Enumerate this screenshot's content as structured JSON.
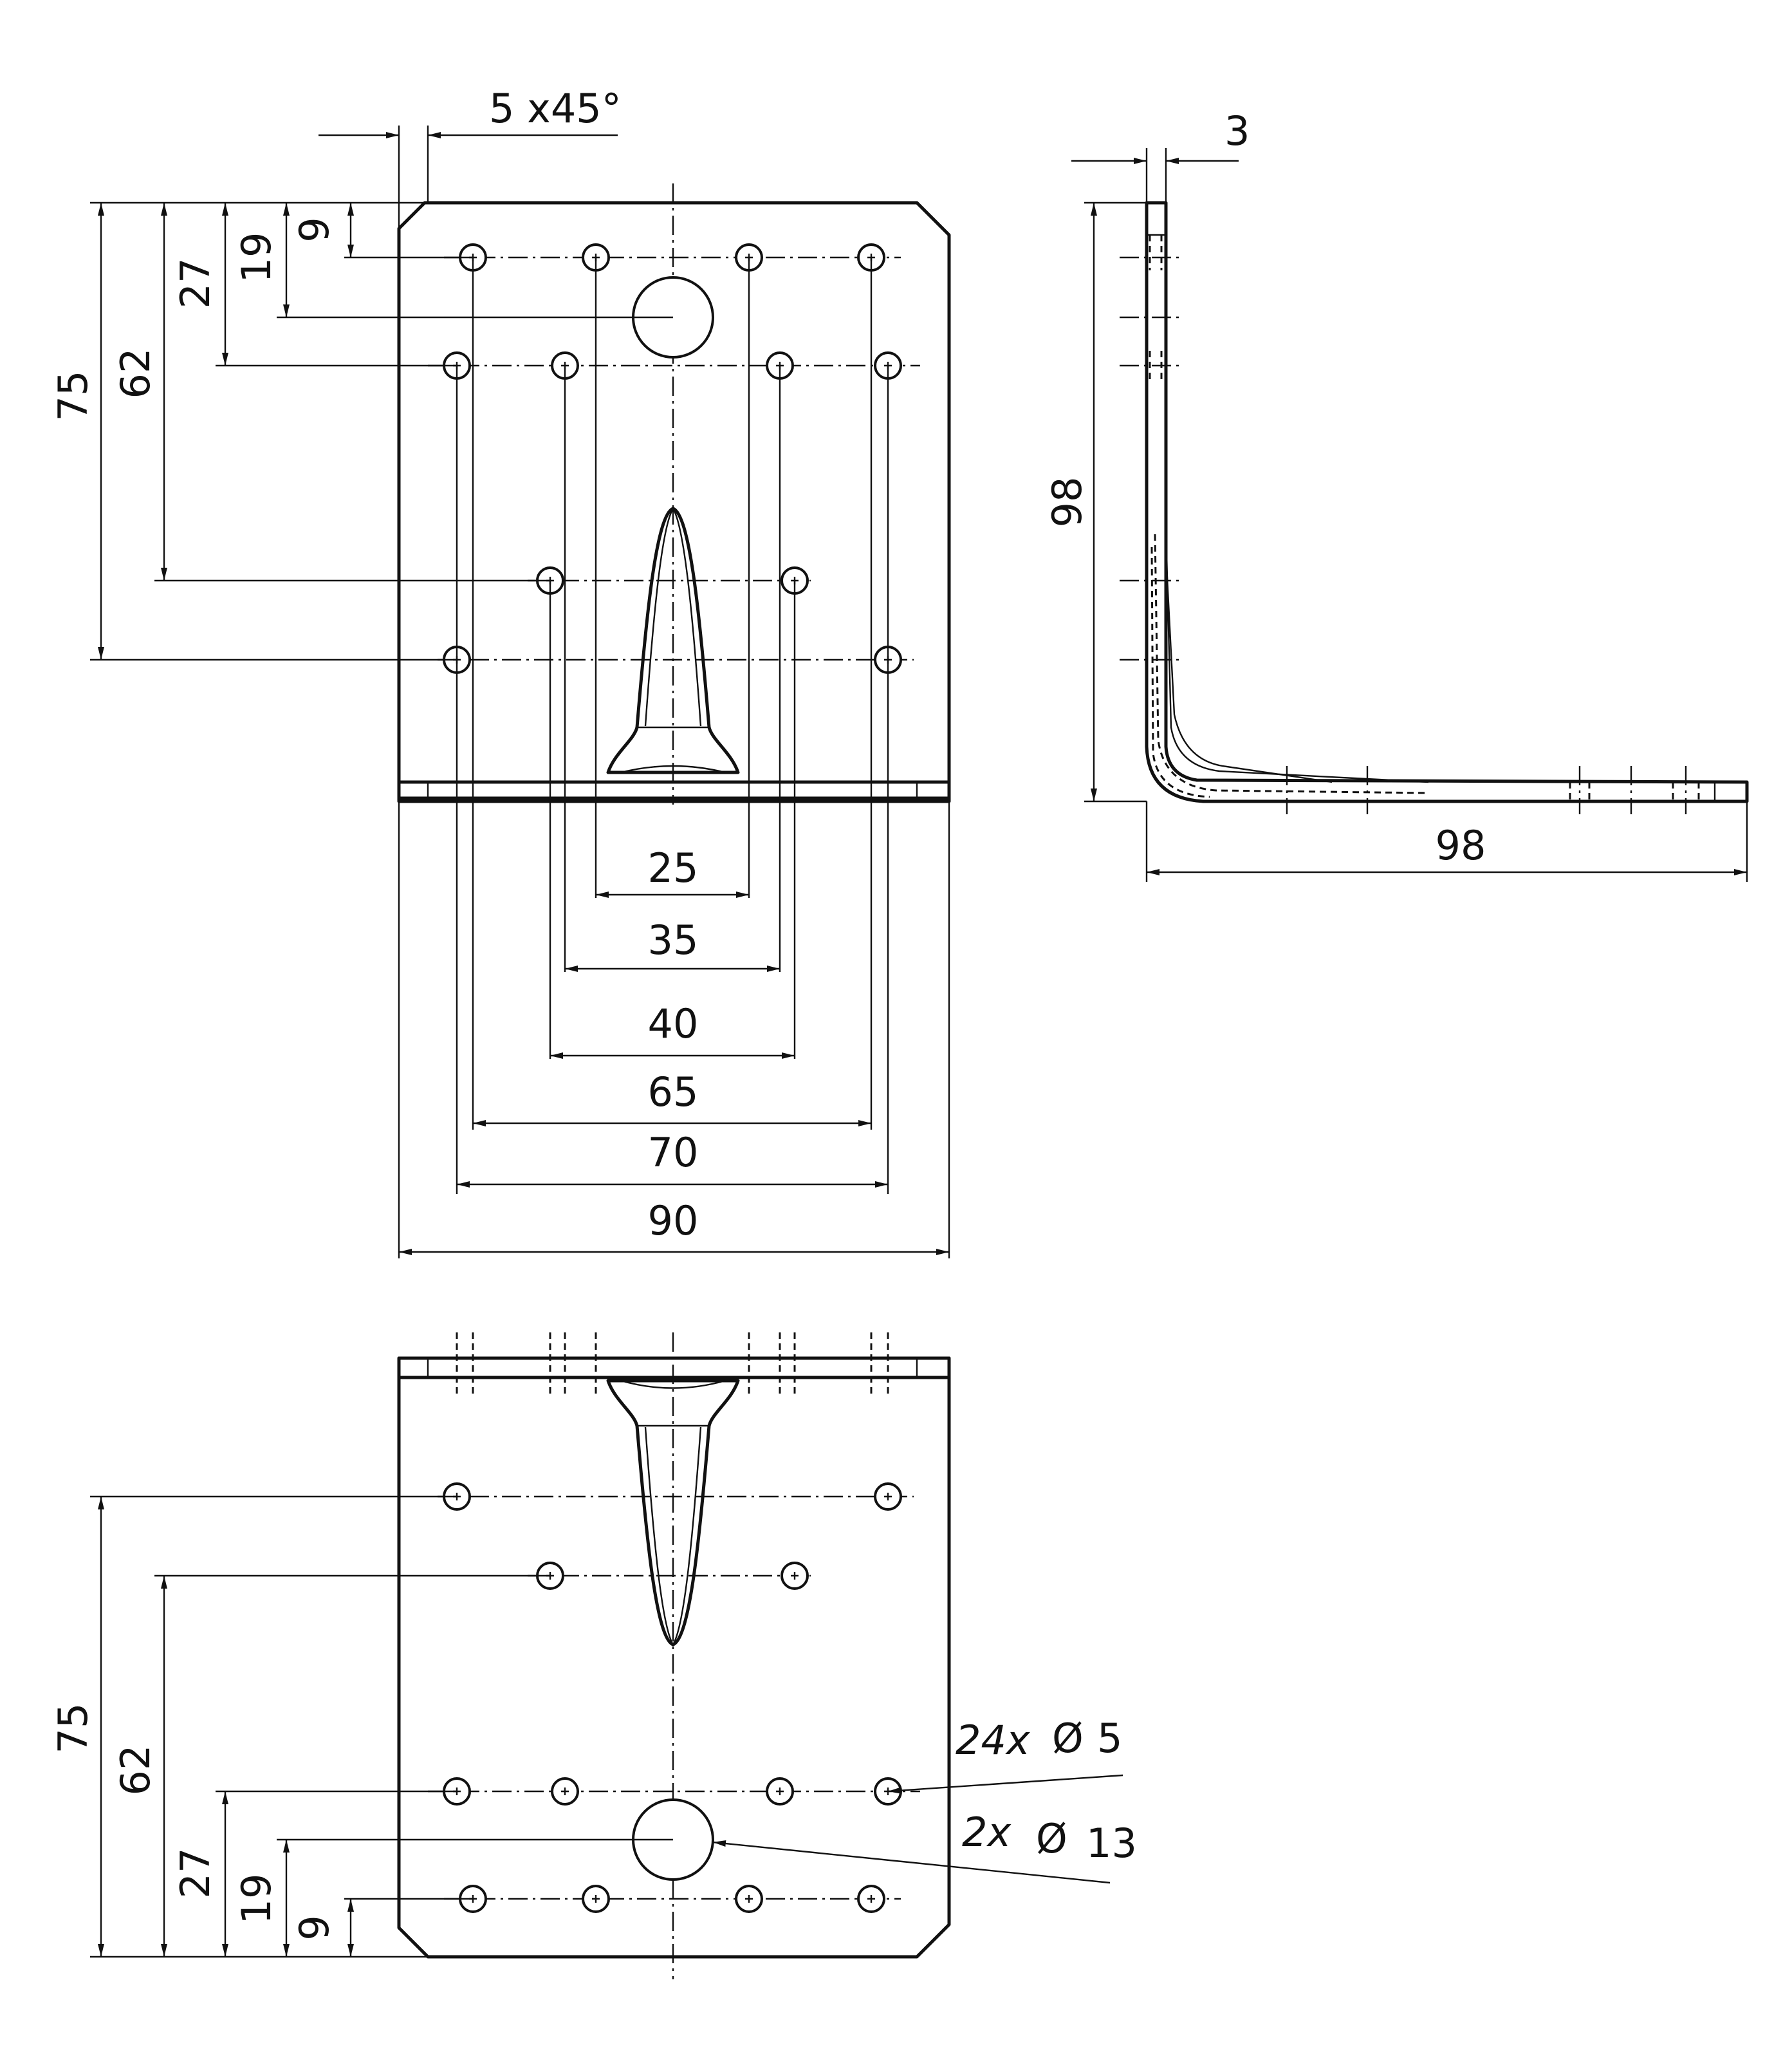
{
  "front_view": {
    "chamfer_label": "5 x45°",
    "dims_vertical": [
      "9",
      "19",
      "27",
      "62",
      "75"
    ],
    "dims_horizontal": [
      "25",
      "35",
      "40",
      "65",
      "70",
      "90"
    ]
  },
  "side_view": {
    "thickness_label": "3",
    "height_label": "98",
    "width_label": "98"
  },
  "bottom_view": {
    "dims_vertical": [
      "9",
      "19",
      "27",
      "62",
      "75"
    ],
    "callout_small_holes": {
      "count": "24x",
      "symbol": "Ø",
      "size": "5"
    },
    "callout_large_holes": {
      "count": "2x",
      "symbol": "Ø",
      "size": "13"
    }
  }
}
